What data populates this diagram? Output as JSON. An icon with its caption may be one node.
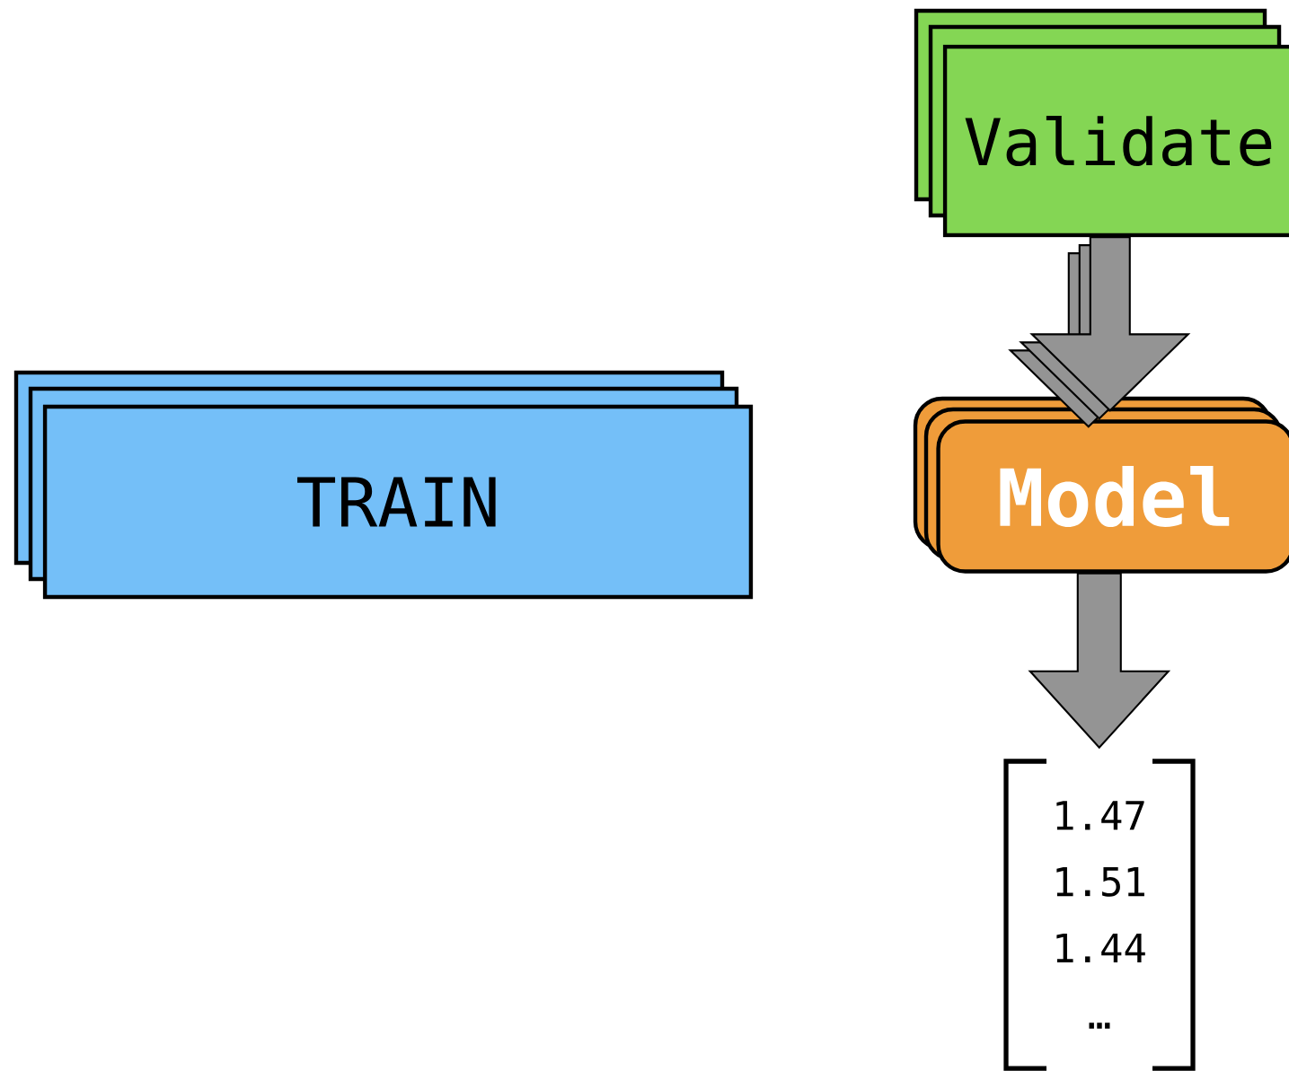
{
  "diagram": {
    "nodes": [
      {
        "text": [
          "TRAIN"
        ]
      },
      {
        "text": [
          "Validate"
        ]
      },
      {
        "text": [
          "Model"
        ]
      },
      {
        "text": [
          "1.47",
          "1.51",
          "1.44",
          "…"
        ]
      }
    ],
    "edges": [
      {
        "from": 1,
        "to": 2,
        "arrow": "to"
      },
      {
        "from": 2,
        "to": 3,
        "arrow": "to"
      }
    ]
  }
}
